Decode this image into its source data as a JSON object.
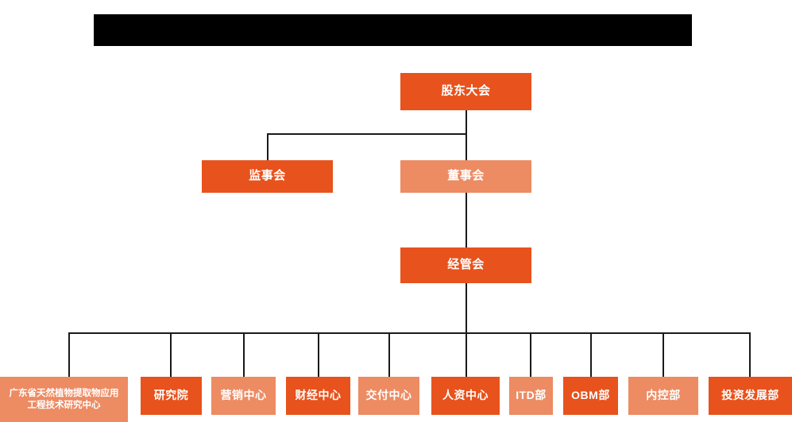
{
  "diagram": {
    "title_bar": {
      "name": "redacted-title-bar",
      "text": ""
    },
    "colors": {
      "dark_orange": "#E8521C",
      "light_orange": "#ED8B63",
      "connector": "#1a1a1a",
      "redaction": "#000000",
      "background": "#ffffff",
      "node_text": "#ffffff"
    },
    "levels": {
      "level1": [
        {
          "id": "shareholders-meeting",
          "label": "股东大会",
          "tone": "dark"
        }
      ],
      "level2": [
        {
          "id": "board-of-supervisors",
          "label": "监事会",
          "tone": "dark"
        },
        {
          "id": "board-of-directors",
          "label": "董事会",
          "tone": "light"
        }
      ],
      "level3": [
        {
          "id": "management-committee",
          "label": "经管会",
          "tone": "dark"
        }
      ],
      "level4": [
        {
          "id": "guangdong-research-center",
          "label": "广东省天然植物提取物应用工程技术研究中心",
          "tone": "light"
        },
        {
          "id": "research-institute",
          "label": "研究院",
          "tone": "dark"
        },
        {
          "id": "marketing-center",
          "label": "营销中心",
          "tone": "light"
        },
        {
          "id": "finance-center",
          "label": "财经中心",
          "tone": "dark"
        },
        {
          "id": "delivery-center",
          "label": "交付中心",
          "tone": "light"
        },
        {
          "id": "hr-center",
          "label": "人资中心",
          "tone": "dark"
        },
        {
          "id": "itd-department",
          "label": "ITD部",
          "tone": "light"
        },
        {
          "id": "obm-department",
          "label": "OBM部",
          "tone": "dark"
        },
        {
          "id": "internal-control-department",
          "label": "内控部",
          "tone": "light"
        },
        {
          "id": "investment-development-department",
          "label": "投资发展部",
          "tone": "dark"
        }
      ]
    }
  }
}
